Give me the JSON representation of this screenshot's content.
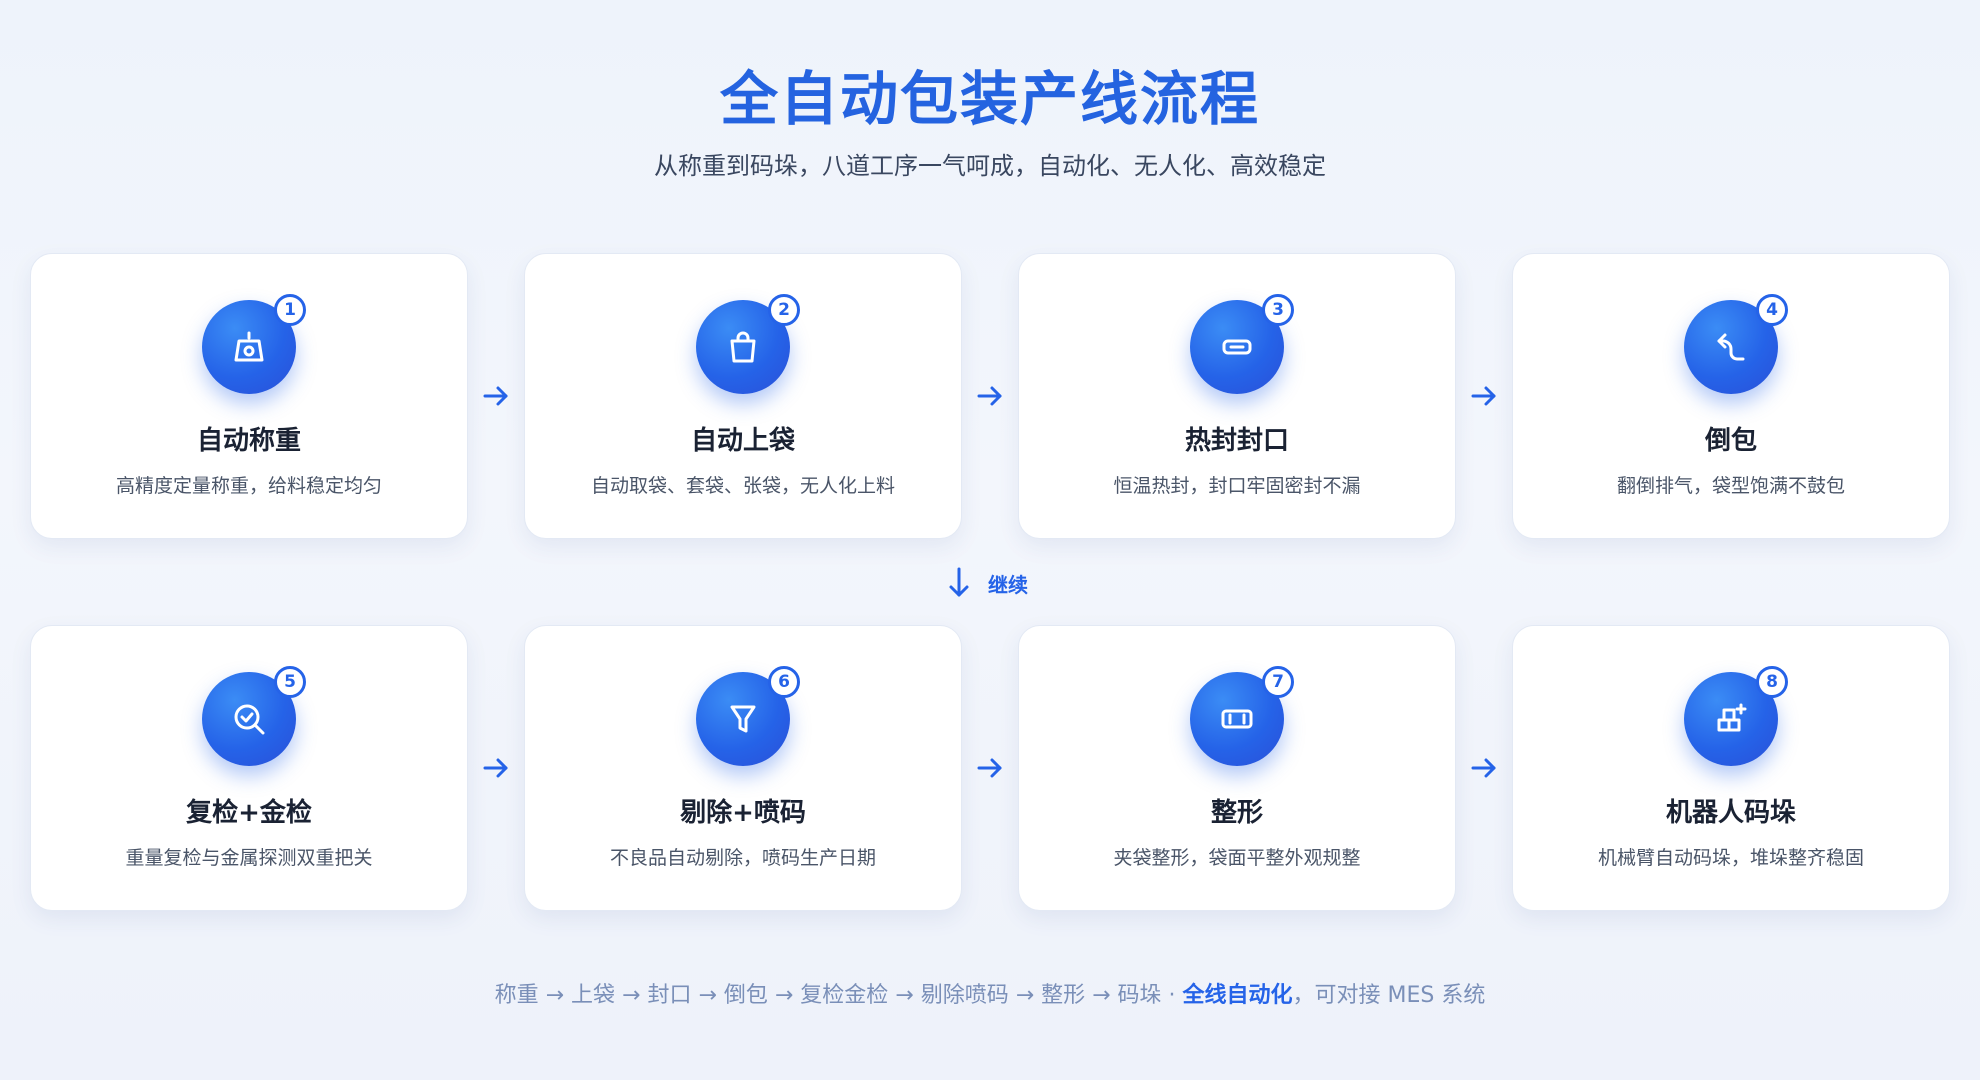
{
  "header": {
    "title": "全自动包装产线流程",
    "subtitle": "从称重到码垛，八道工序一气呵成，自动化、无人化、高效稳定"
  },
  "steps": [
    {
      "number": "1",
      "title": "自动称重",
      "desc": "高精度定量称重，给料稳定均匀",
      "icon": "scale-icon"
    },
    {
      "number": "2",
      "title": "自动上袋",
      "desc": "自动取袋、套袋、张袋，无人化上料",
      "icon": "bag-icon"
    },
    {
      "number": "3",
      "title": "热封封口",
      "desc": "恒温热封，封口牢固密封不漏",
      "icon": "sealer-icon"
    },
    {
      "number": "4",
      "title": "倒包",
      "desc": "翻倒排气，袋型饱满不鼓包",
      "icon": "turn-arrow-icon"
    },
    {
      "number": "5",
      "title": "复检+金检",
      "desc": "重量复检与金属探测双重把关",
      "icon": "magnifier-check-icon"
    },
    {
      "number": "6",
      "title": "剔除+喷码",
      "desc": "不良品自动剔除，喷码生产日期",
      "icon": "funnel-icon"
    },
    {
      "number": "7",
      "title": "整形",
      "desc": "夹袋整形，袋面平整外观规整",
      "icon": "flatten-icon"
    },
    {
      "number": "8",
      "title": "机器人码垛",
      "desc": "机械臂自动码垛，堆垛整齐稳固",
      "icon": "stack-icon"
    }
  ],
  "continue_label": "继续",
  "footer": {
    "flow": "称重 → 上袋 → 封口 → 倒包 → 复检金检 → 剔除喷码 → 整形 → 码垛 · ",
    "highlight": "全线自动化",
    "suffix": "，可对接 MES 系统"
  },
  "colors": {
    "accent": "#2563e8",
    "title": "#2463e0",
    "footer": "#7a8fb8"
  }
}
